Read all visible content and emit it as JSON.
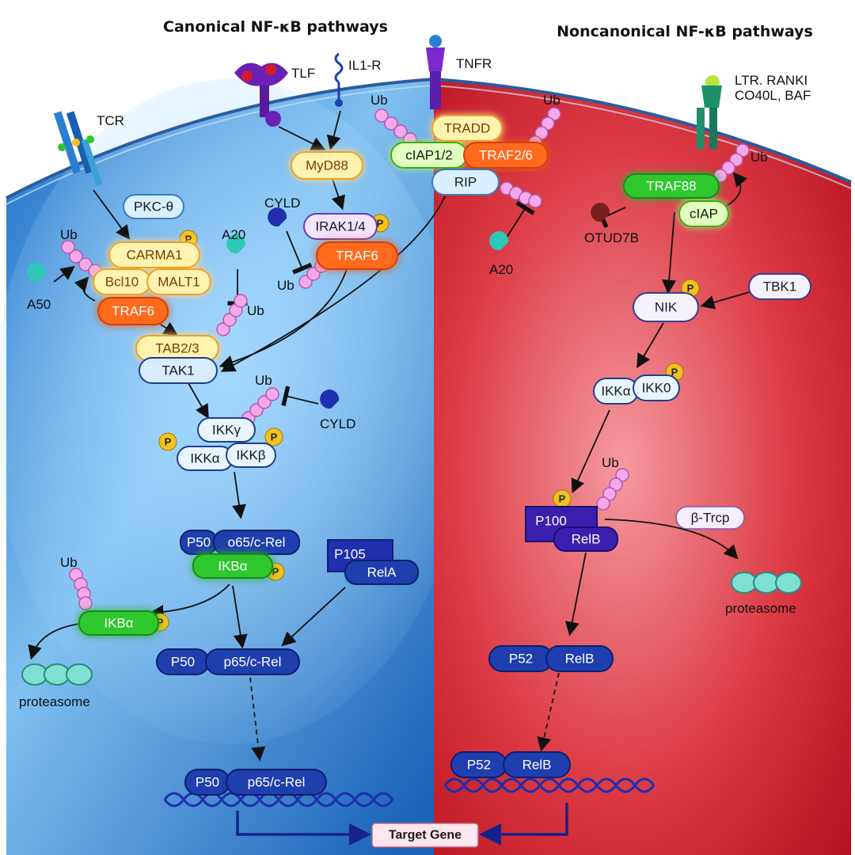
{
  "titles": {
    "canonical": "Canonical NF-κB pathways",
    "noncanonical": "Noncanonical NF-κB pathways"
  },
  "receptors": {
    "tcr": "TCR",
    "tlf": "TLF",
    "il1r": "IL1-R",
    "tnfr": "TNFR",
    "ltr": "LTR. RANKI",
    "cd40l": "CO40L, BAF"
  },
  "nodes": {
    "pkc": "PKC-θ",
    "carma1": "CARMA1",
    "bcl10": "Bcl10",
    "malt1": "MALT1",
    "traf6_left": "TRAF6",
    "a50": "A50",
    "a20_left": "A20",
    "myd88": "MyD88",
    "cyld_top": "CYLD",
    "irak": "IRAK1/4",
    "traf6_mid": "TRAF6",
    "tab23": "TAB2/3",
    "tak1": "TAK1",
    "tradd": "TRADD",
    "ciap12": "cIAP1/2",
    "traf26": "TRAF2/6",
    "rip": "RIP",
    "a20_right": "A20",
    "ikkg": "IKKγ",
    "ikka": "IKKα",
    "ikkb": "IKKβ",
    "cyld_mid": "CYLD",
    "p50_a": "P50",
    "p65crel_a": "o65/c-Rel",
    "ikba_a": "IKBα",
    "p105": "P105",
    "rela": "RelA",
    "ikba_b": "IKBα",
    "proteasome_left": "proteasome",
    "p50_b": "P50",
    "p65crel_b": "p65/c-Rel",
    "p50_c": "P50",
    "p65crel_c": "p65/c-Rel",
    "traf88": "TRAF88",
    "ciap": "cIAP",
    "otud7b": "OTUD7B",
    "nik": "NIK",
    "tbk1": "TBK1",
    "ikka_r": "IKKα",
    "ikk0_r": "IKK0",
    "p100": "P100",
    "relb_a": "RelB",
    "btrcp": "β-Trcp",
    "proteasome_right": "proteasome",
    "p52_a": "P52",
    "relb_b": "RelB",
    "p52_b": "P52",
    "relb_c": "RelB",
    "target_gene": "Target Gene"
  },
  "tags": {
    "ub": "Ub",
    "p": "P"
  },
  "colors": {
    "left_bg": "#3a86d0",
    "right_bg": "#d0202c",
    "pill_blue": "#1f3fae",
    "pill_green": "#2ec82e",
    "pill_orange": "#ff6a1a",
    "pill_yellow": "#fff3b0",
    "ub_pink": "#f7a8ea",
    "phospho": "#f5c21b"
  }
}
